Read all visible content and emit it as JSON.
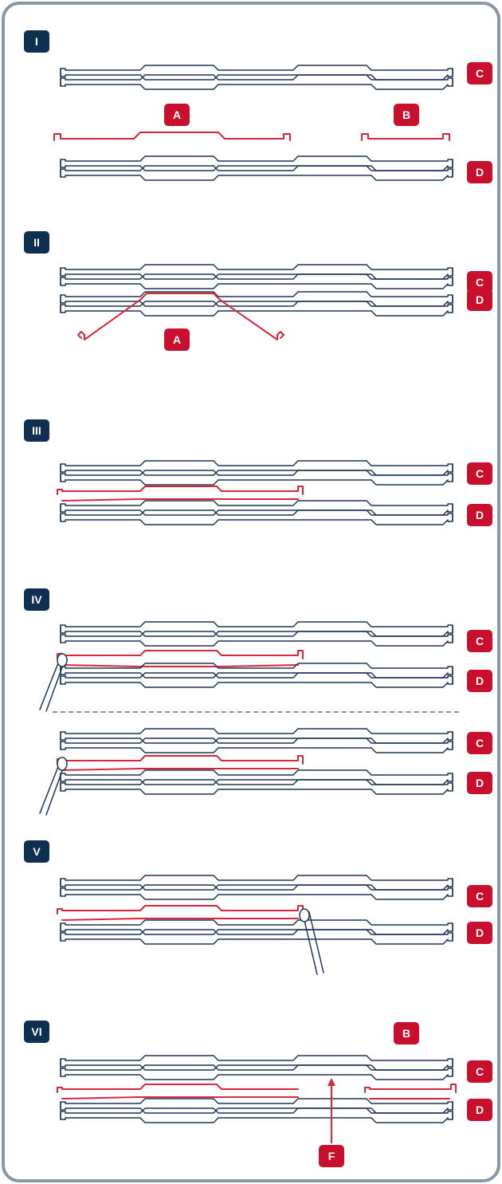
{
  "colors": {
    "frame": "#8a97ab",
    "step_badge": "#0f2f51",
    "label_badge": "#c8102e",
    "belt_stroke": "#1d3557",
    "highlight_stroke": "#d62839",
    "tool": "#1d3557"
  },
  "steps": [
    {
      "id": "I",
      "label": "I"
    },
    {
      "id": "II",
      "label": "II"
    },
    {
      "id": "III",
      "label": "III"
    },
    {
      "id": "IV",
      "label": "IV"
    },
    {
      "id": "V",
      "label": "V"
    },
    {
      "id": "VI",
      "label": "VI"
    }
  ],
  "labels": {
    "A": "A",
    "B": "B",
    "C": "C",
    "D": "D",
    "F": "F"
  },
  "icons": {
    "tool": "spring-hook-tool-icon",
    "arrow": "arrow-up-icon"
  }
}
